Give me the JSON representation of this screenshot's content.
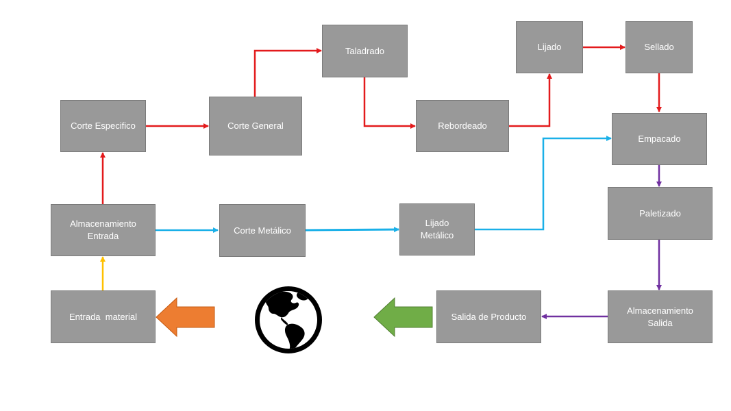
{
  "nodes": {
    "entrada_material": "Entrada  material",
    "almacenamiento_entrada": "Almacenamiento Entrada",
    "corte_especifico": "Corte Especifico",
    "corte_general": "Corte General",
    "taladrado": "Taladrado",
    "rebordeado": "Rebordeado",
    "lijado": "Lijado",
    "sellado": "Sellado",
    "empacado": "Empacado",
    "corte_metalico": "Corte Metálico",
    "lijado_metalico": "Lijado Metálico",
    "paletizado": "Paletizado",
    "almacenamiento_salida": "Almacenamiento Salida",
    "salida_producto": "Salida de Producto"
  },
  "icons": {
    "globe": "globe-americas-icon",
    "orange_arrow": "big-left-arrow-icon",
    "green_arrow": "big-left-arrow-icon"
  },
  "colors": {
    "box_fill": "#999999",
    "red_flow": "#e31a1c",
    "blue_flow": "#1ab0e8",
    "purple_flow": "#7030a0",
    "yellow_flow": "#ffc000",
    "orange_arrow": "#ed7d31",
    "green_arrow": "#70ad47"
  }
}
